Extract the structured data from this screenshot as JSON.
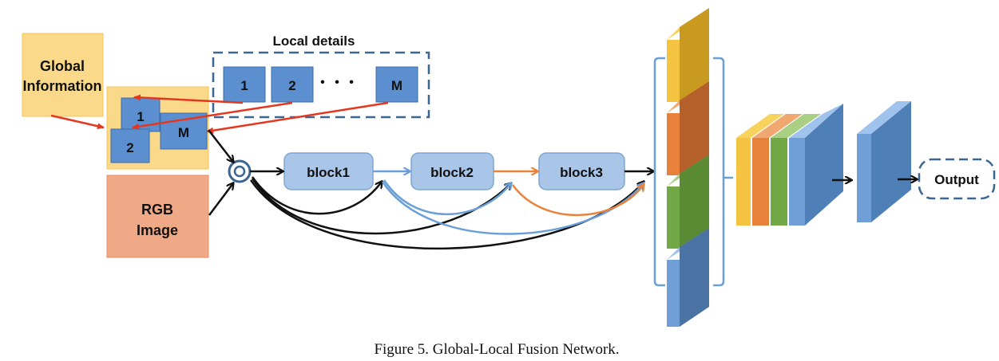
{
  "diagram": {
    "global_info": [
      "Global",
      "Information"
    ],
    "rgb_image": [
      "RGB",
      "Image"
    ],
    "local_details_title": "Local details",
    "patch_labels": [
      "1",
      "2",
      "M"
    ],
    "ellipsis": "• • •",
    "blocks": [
      "block1",
      "block2",
      "block3"
    ],
    "output": "Output",
    "caption": "Figure 5. Global-Local Fusion Network."
  },
  "colors": {
    "yellow": "#f5c342",
    "orange": "#e8823a",
    "green": "#73a847",
    "blue": "#4f7fb7",
    "patch_blue": "#5b8fd0",
    "block_fill": "#a9c6e8",
    "red_arrow": "#e3371f"
  }
}
